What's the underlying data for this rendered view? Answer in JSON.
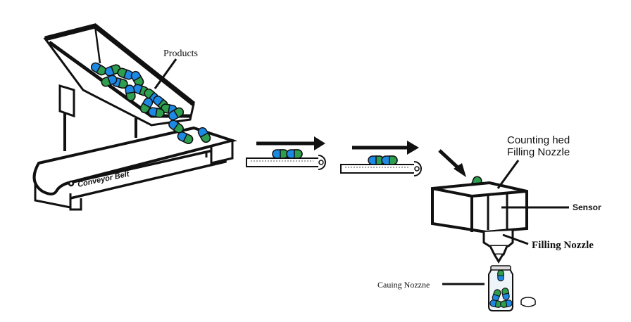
{
  "title": "Capsule counting and filling process",
  "colors": {
    "line": "#111111",
    "capsule_blue": "#1e88e5",
    "capsule_green": "#2e9e4f",
    "background": "#ffffff"
  },
  "labels": {
    "products": "Products",
    "conveyor_belt": "Conveyor Belt",
    "counting_head_line1": "Counting hed",
    "counting_head_line2": "Filling Nozzle",
    "sensor": "Sensor",
    "filling_nozzle": "Filling Nozzle",
    "capping_nozzle": "Cauing Nozzne"
  },
  "stages": [
    {
      "name": "hopper-and-conveyor"
    },
    {
      "name": "conveyor-segment-1"
    },
    {
      "name": "conveyor-segment-2"
    },
    {
      "name": "counting-head"
    },
    {
      "name": "bottle-and-cap"
    }
  ]
}
